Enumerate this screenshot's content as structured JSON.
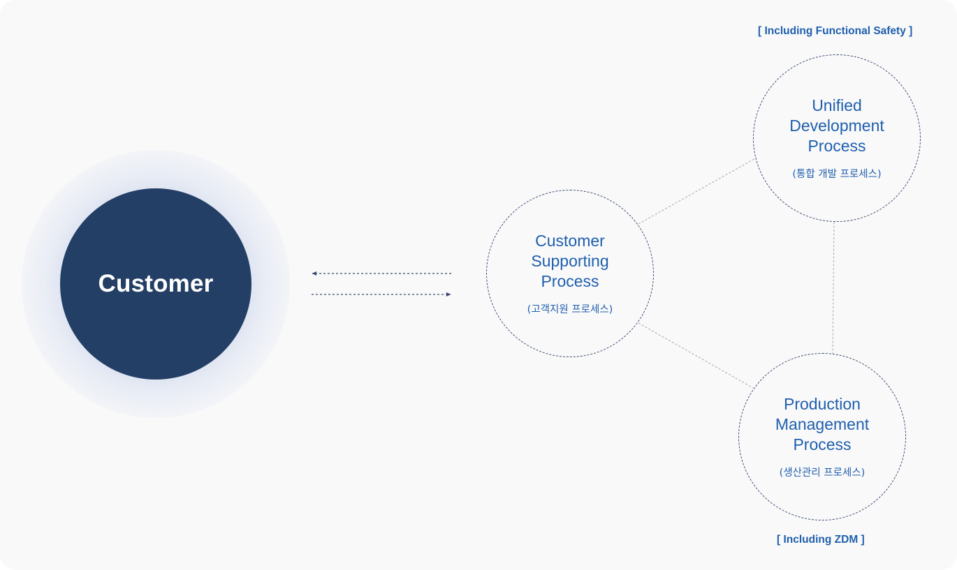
{
  "customer": {
    "label": "Customer"
  },
  "nodes": {
    "customer_supporting": {
      "title_lines": [
        "Customer",
        "Supporting",
        "Process"
      ],
      "subtitle": "(고객지원 프로세스)"
    },
    "unified_development": {
      "title_lines": [
        "Unified",
        "Development",
        "Process"
      ],
      "subtitle": "(통합 개발 프로세스)"
    },
    "production_management": {
      "title_lines": [
        "Production",
        "Management",
        "Process"
      ],
      "subtitle": "(생산관리 프로세스)"
    }
  },
  "tags": {
    "functional_safety": "[ Including Functional Safety ]",
    "zdm": "[ Including ZDM ]"
  },
  "colors": {
    "background": "#f9f9f9",
    "customer_fill": "#243f66",
    "accent_text": "#1f5fae",
    "dashed_outline": "#3b4a73",
    "connector": "#a0a6b3"
  }
}
